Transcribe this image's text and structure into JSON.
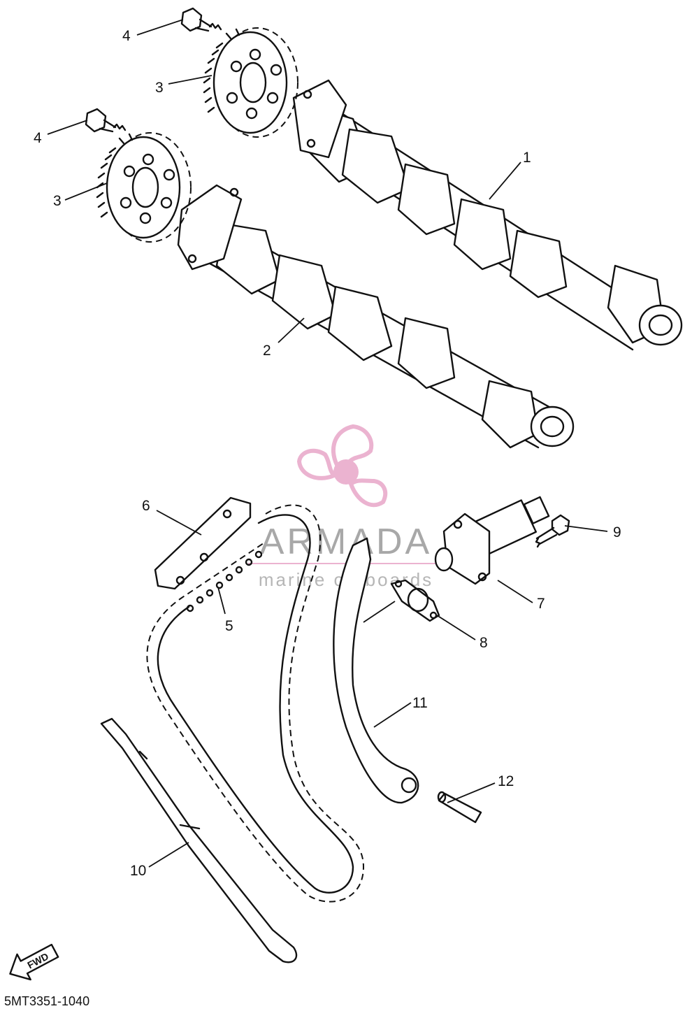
{
  "diagram": {
    "callouts": [
      {
        "id": "c1",
        "label": "1"
      },
      {
        "id": "c2",
        "label": "2"
      },
      {
        "id": "c3a",
        "label": "3"
      },
      {
        "id": "c3b",
        "label": "3"
      },
      {
        "id": "c4a",
        "label": "4"
      },
      {
        "id": "c4b",
        "label": "4"
      },
      {
        "id": "c5",
        "label": "5"
      },
      {
        "id": "c6",
        "label": "6"
      },
      {
        "id": "c7",
        "label": "7"
      },
      {
        "id": "c8",
        "label": "8"
      },
      {
        "id": "c9",
        "label": "9"
      },
      {
        "id": "c10",
        "label": "10"
      },
      {
        "id": "c11",
        "label": "11"
      },
      {
        "id": "c12",
        "label": "12"
      }
    ],
    "fwd_label": "FWD",
    "drawing_code": "5MT3351-1040"
  },
  "watermark": {
    "brand": "ARMADA",
    "tagline": "marine outboards",
    "accent_color": "#e8a6c8"
  }
}
